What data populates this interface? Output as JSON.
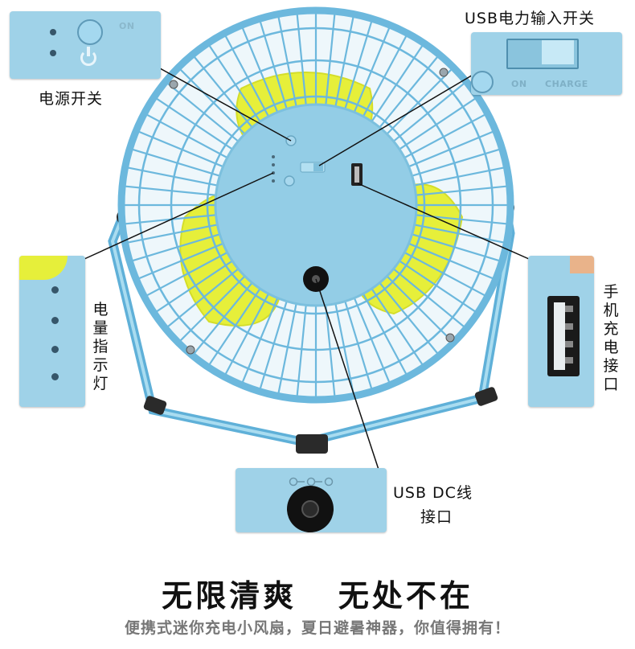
{
  "labels": {
    "power_switch": "电源开关",
    "usb_power_switch": "USB电力输入开关",
    "battery_indicator": "电量指示灯",
    "phone_charge_port": "手机充电接口",
    "usb_dc_port_line1": "USB DC线",
    "usb_dc_port_line2": "接口"
  },
  "switch_marks": {
    "on": "ON",
    "charge": "CHARGE"
  },
  "headline": "无限清爽   无处不在",
  "tagline": "便携式迷你充电小风扇，夏日避暑神器，你值得拥有！",
  "colors": {
    "fan_body": "#93cde6",
    "fan_wire": "#5fb0d8",
    "blade": "#e6ef3a",
    "clip": "#2a2a2a"
  }
}
